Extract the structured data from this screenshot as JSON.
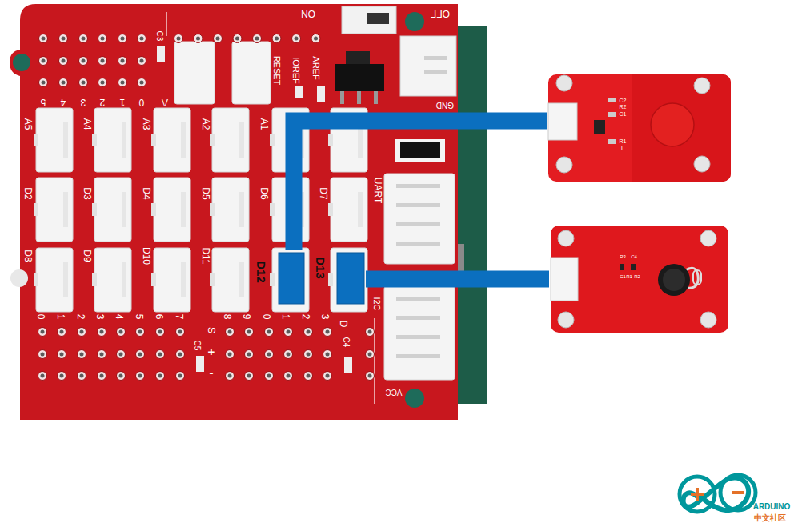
{
  "diagram": {
    "nodes": [
      {
        "text": [
          "D12"
        ]
      },
      {
        "text": [
          "D13"
        ]
      },
      {
        "text": [
          "C2",
          "R2",
          "C1",
          "R1",
          "L"
        ]
      },
      {
        "text": [
          "R3",
          "C4",
          "C1",
          "R1",
          "R2"
        ]
      }
    ],
    "edges": [
      {
        "from": 0,
        "to": 2,
        "arrow": "none"
      },
      {
        "from": 1,
        "to": 3,
        "arrow": "none"
      }
    ],
    "labels": [
      "C3",
      "ON",
      "OFF",
      "RESET",
      "IOREF",
      "AREF",
      "GND",
      "5",
      "4",
      "3",
      "2",
      "1",
      "0",
      "A",
      "A5",
      "A4",
      "A3",
      "A2",
      "A1",
      "D2",
      "D3",
      "D4",
      "D5",
      "D6",
      "D7",
      "D8",
      "D9",
      "D10",
      "D11",
      "UART",
      "I2C",
      "0",
      "1",
      "2",
      "3",
      "4",
      "5",
      "6",
      "7",
      "8",
      "9",
      "0",
      "1",
      "2",
      "3",
      "D",
      "S",
      "C5",
      "+",
      "-",
      "C4",
      "VCC",
      "ARDUINO",
      "中文社区"
    ]
  }
}
